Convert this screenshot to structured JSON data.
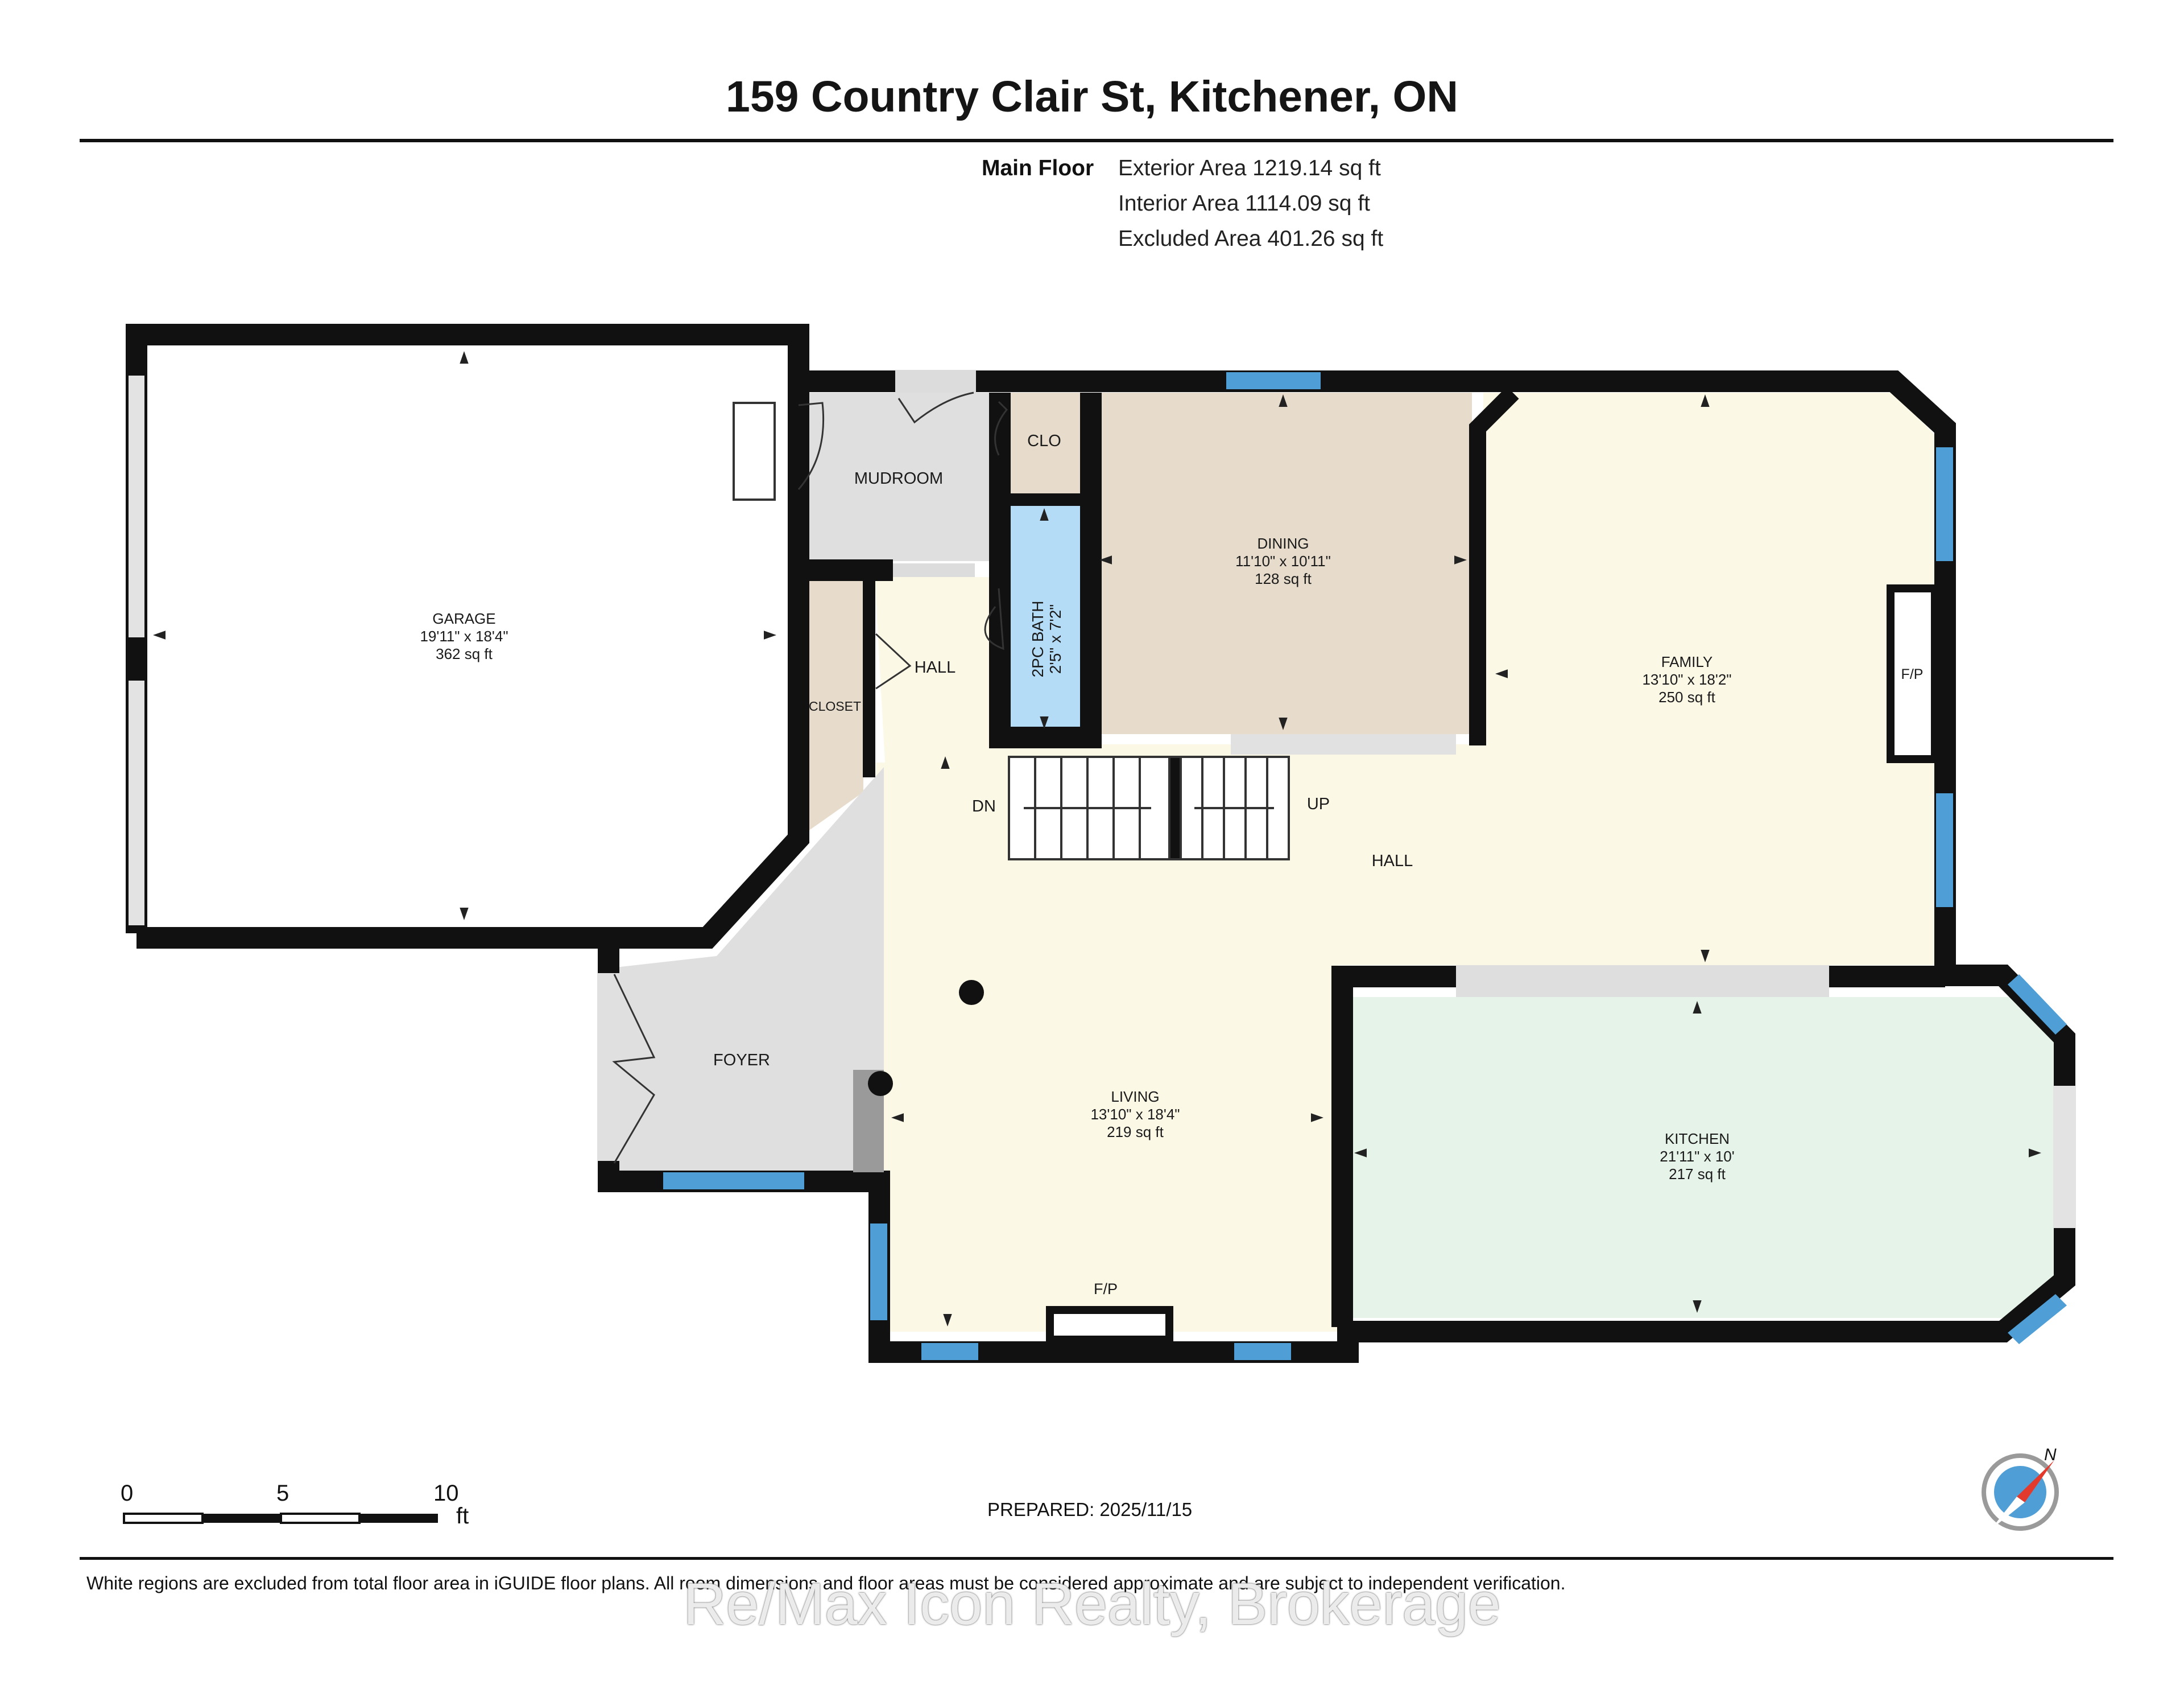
{
  "header": {
    "title": "159 Country Clair St, Kitchener, ON",
    "floor": "Main Floor",
    "exterior_area": "Exterior Area 1219.14 sq ft",
    "interior_area": "Interior Area 1114.09 sq ft",
    "excluded_area": "Excluded Area 401.26 sq ft"
  },
  "rooms": {
    "garage": {
      "name": "GARAGE",
      "dims": "19'11\" x 18'4\"",
      "area": "362 sq ft"
    },
    "dining": {
      "name": "DINING",
      "dims": "11'10\" x 10'11\"",
      "area": "128 sq ft"
    },
    "family": {
      "name": "FAMILY",
      "dims": "13'10\" x 18'2\"",
      "area": "250 sq ft"
    },
    "living": {
      "name": "LIVING",
      "dims": "13'10\" x 18'4\"",
      "area": "219 sq ft"
    },
    "kitchen": {
      "name": "KITCHEN",
      "dims": "21'11\" x 10'",
      "area": "217 sq ft"
    },
    "bath": {
      "name": "2PC BATH",
      "dims": "2'5\" x 7'2\""
    },
    "mudroom": "MUDROOM",
    "clo": "CLO",
    "closet": "CLOSET",
    "hall_upper": "HALL",
    "hall_main": "HALL",
    "foyer": "FOYER",
    "dn": "DN",
    "up": "UP",
    "fp_family": "F/P",
    "fp_living": "F/P"
  },
  "scale": {
    "labels": [
      "0",
      "5",
      "10"
    ],
    "unit": "ft"
  },
  "prepared": "PREPARED: 2025/11/15",
  "disclaimer": "White regions are excluded from total floor area in iGUIDE floor plans. All room dimensions and floor areas must be considered approximate and are subject to independent verification.",
  "watermark": "Re/Max Icon Realty, Brokerage",
  "compass": {
    "label": "N"
  },
  "colors": {
    "wall": "#111111",
    "window": "#4f9fd6",
    "garage_fill": "#ffffff",
    "dining_fill": "#e7dccb",
    "family_fill": "#fcf8e6",
    "living_fill": "#fcf8e6",
    "kitchen_fill": "#e6f3e9",
    "bath_fill": "#b5dcf6",
    "mudroom_fill": "#dfdfdf",
    "closet_fill": "#e7dccb",
    "foyer_fill": "#dfdfdf"
  }
}
